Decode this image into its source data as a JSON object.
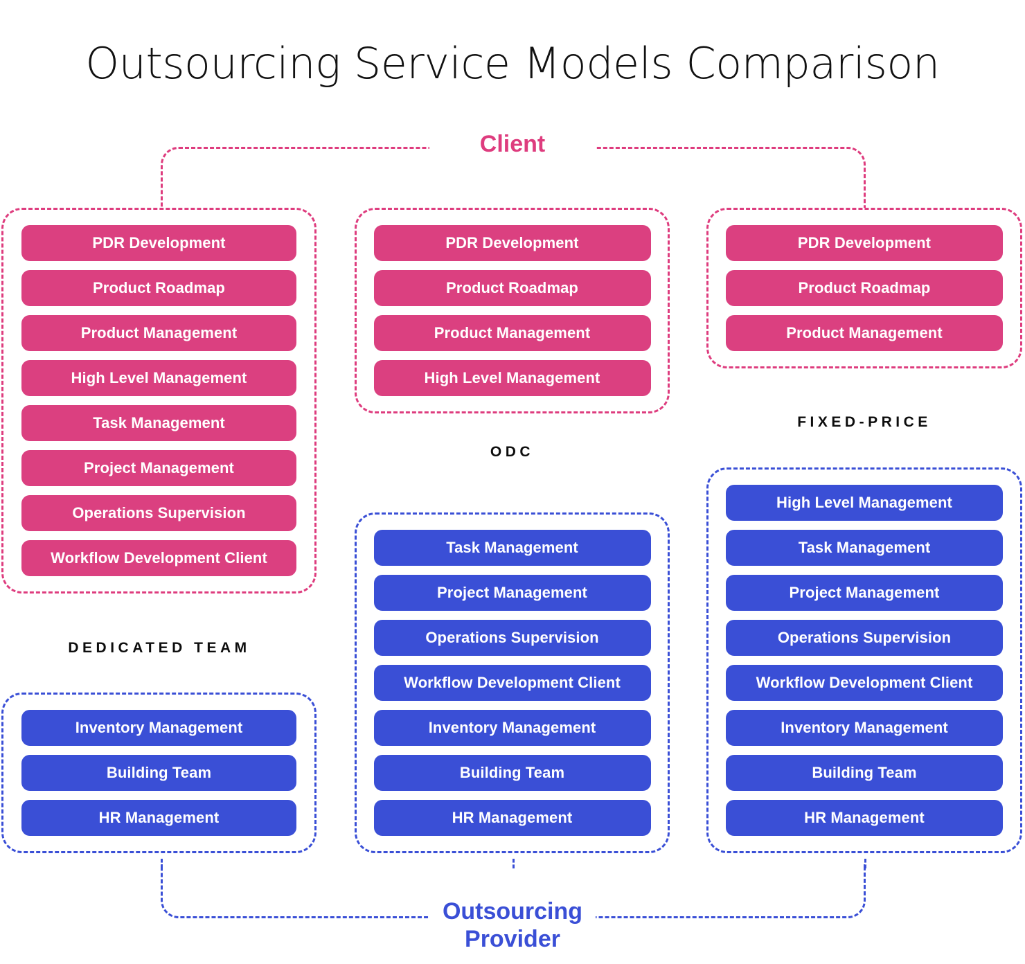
{
  "page": {
    "title": "Outsourcing Service Models Comparison"
  },
  "colors": {
    "client_pink": "#DE3C7E",
    "pill_pink": "#DB4080",
    "provider_blue": "#3A4FD6",
    "pill_blue": "#3A4FD6",
    "text_dark": "#0d0d0d",
    "background": "#ffffff"
  },
  "groups": {
    "client": {
      "label": "Client"
    },
    "provider": {
      "label": "Outsourcing\nProvider"
    }
  },
  "models": [
    {
      "id": "dedicated-team",
      "caption": "DEDICATED TEAM",
      "client_items": [
        "PDR Development",
        "Product Roadmap",
        "Product Management",
        "High Level Management",
        "Task Management",
        "Project Management",
        "Operations Supervision",
        "Workflow Development Client"
      ],
      "provider_items": [
        "Inventory Management",
        "Building Team",
        "HR Management"
      ]
    },
    {
      "id": "odc",
      "caption": "ODC",
      "client_items": [
        "PDR Development",
        "Product Roadmap",
        "Product Management",
        "High Level Management"
      ],
      "provider_items": [
        "Task Management",
        "Project Management",
        "Operations Supervision",
        "Workflow Development Client",
        "Inventory Management",
        "Building Team",
        "HR Management"
      ]
    },
    {
      "id": "fixed-price",
      "caption": "FIXED-PRICE",
      "client_items": [
        "PDR Development",
        "Product Roadmap",
        "Product Management"
      ],
      "provider_items": [
        "High Level Management",
        "Task Management",
        "Project Management",
        "Operations Supervision",
        "Workflow Development Client",
        "Inventory Management",
        "Building Team",
        "HR Management"
      ]
    }
  ]
}
